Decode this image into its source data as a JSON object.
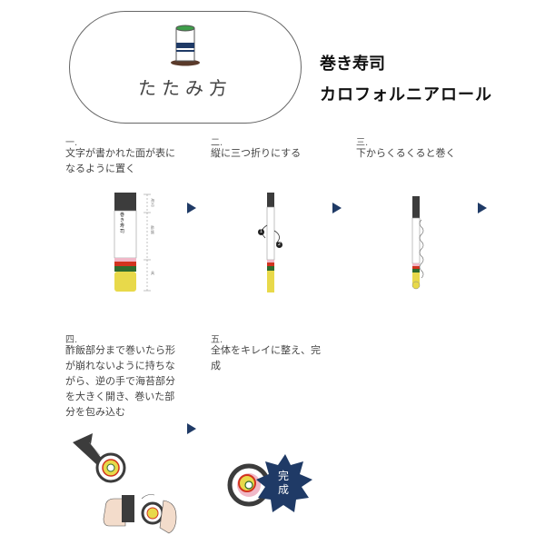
{
  "header": {
    "pill_title": "たたみ方",
    "title_line1": "巻き寿司",
    "title_line2": "カロフォルニアロール"
  },
  "steps": [
    {
      "num": "一.",
      "lines": [
        "文字が書かれた面が表に",
        "なるように置く"
      ]
    },
    {
      "num": "二.",
      "lines": [
        "縦に三つ折りにする"
      ]
    },
    {
      "num": "三.",
      "lines": [
        "下からくるくると巻く"
      ]
    },
    {
      "num": "四.",
      "lines": [
        "酢飯部分まで巻いたら形",
        "が崩れないように持ちな",
        "がら、逆の手で海苔部分",
        "を大きく開き、巻いた部",
        "分を包み込む"
      ]
    },
    {
      "num": "五.",
      "lines": [
        "全体をキレイに整え、完",
        "成"
      ]
    }
  ],
  "step1_labels": [
    "海苔",
    "酢飯",
    "具"
  ],
  "step1_towel_text": "巻き寿司",
  "step2_markers": [
    "1",
    "2"
  ],
  "complete_badge": {
    "line1": "完",
    "line2": "成"
  },
  "colors": {
    "arrow": "#1f3a66",
    "badge": "#1f3a66",
    "nori": "#3c3c3c",
    "rice": "#ffffff",
    "cucumber": "#2e6b2e",
    "crab": "#d2331f",
    "avocado": "#e8d94a",
    "pink": "#f0b8c8"
  },
  "icons": [
    "roll-cup-icon",
    "next-arrow-icon",
    "hand-icon",
    "complete-badge-icon"
  ]
}
